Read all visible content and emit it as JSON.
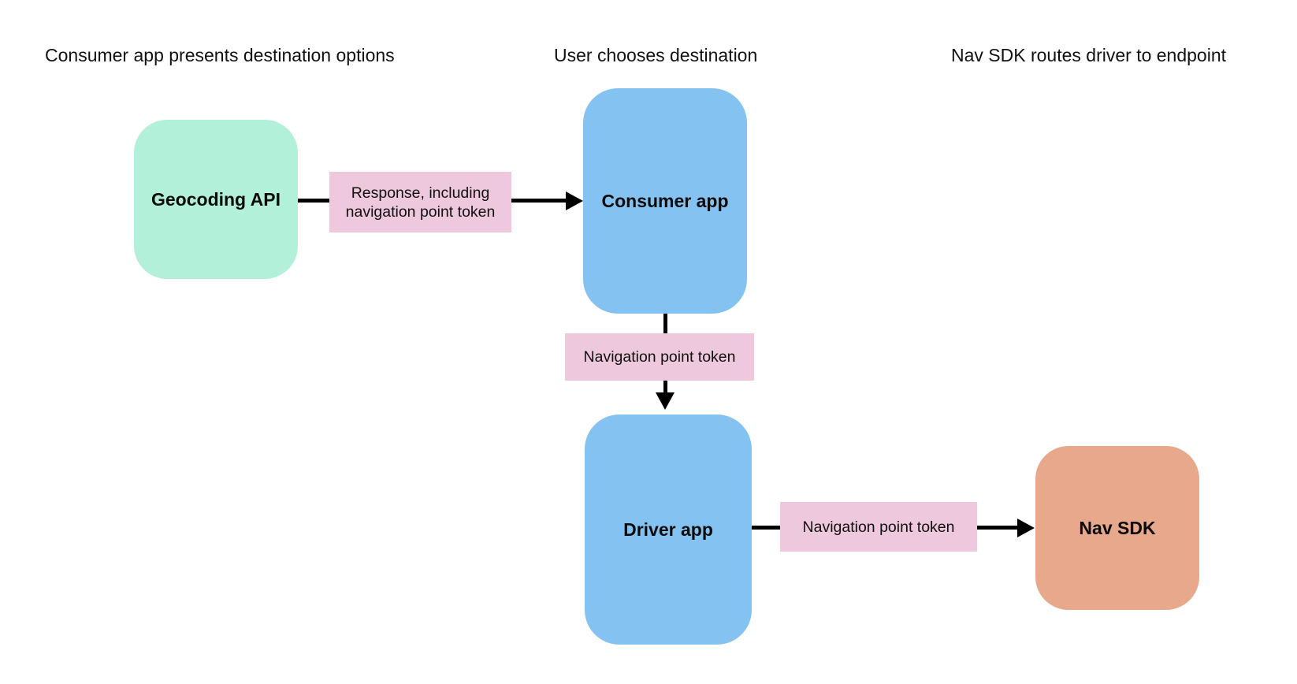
{
  "diagram": {
    "columns": [
      {
        "title": "Consumer app presents destination options"
      },
      {
        "title": "User chooses destination"
      },
      {
        "title": "Nav SDK routes driver to endpoint"
      }
    ],
    "nodes": {
      "geocoding_api": {
        "label": "Geocoding API",
        "color": "#b2f0d9"
      },
      "consumer_app": {
        "label": "Consumer app",
        "color": "#84c3f1"
      },
      "driver_app": {
        "label": "Driver app",
        "color": "#84c3f1"
      },
      "nav_sdk": {
        "label": "Nav SDK",
        "color": "#e7a88c"
      }
    },
    "edges": {
      "geocoding_to_consumer": {
        "label": "Response, including navigation point token"
      },
      "consumer_to_driver": {
        "label": "Navigation point token"
      },
      "driver_to_navsdk": {
        "label": "Navigation point token"
      }
    },
    "colors": {
      "edge_label_bg": "#eec8dc",
      "arrow": "#000000",
      "background": "#ffffff"
    }
  }
}
